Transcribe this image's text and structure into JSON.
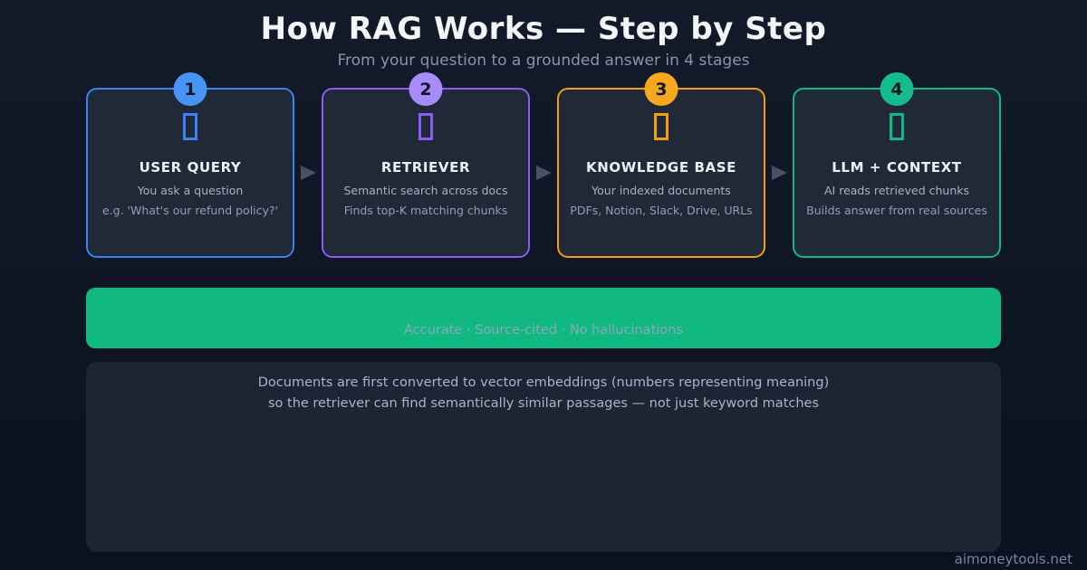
{
  "header": {
    "title": "How RAG Works — Step by Step",
    "subtitle": "From your question to a grounded answer in 4 stages"
  },
  "stages": [
    {
      "number": "1",
      "title": "USER QUERY",
      "line1": "You ask a question",
      "line2": "e.g. 'What's our refund policy?'",
      "icon": "missing-glyph-box",
      "accent": "#3b82f6",
      "badge": "#4695f6"
    },
    {
      "number": "2",
      "title": "RETRIEVER",
      "line1": "Semantic search across docs",
      "line2": "Finds top-K matching chunks",
      "icon": "missing-glyph-box",
      "accent": "#8b5cf6",
      "badge": "#a78bfa"
    },
    {
      "number": "3",
      "title": "KNOWLEDGE BASE",
      "line1": "Your indexed documents",
      "line2": "PDFs, Notion, Slack, Drive, URLs",
      "icon": "missing-glyph-box",
      "accent": "#f59e0b",
      "badge": "#f6a71c"
    },
    {
      "number": "4",
      "title": "LLM + CONTEXT",
      "line1": "AI reads retrieved chunks",
      "line2": "Builds answer from real sources",
      "icon": "missing-glyph-box",
      "accent": "#10b981",
      "badge": "#14bd8d"
    }
  ],
  "banner": {
    "text": "Accurate · Source-cited · No hallucinations"
  },
  "note": {
    "line1": "Documents are first converted to vector embeddings (numbers representing meaning)",
    "line2": "so the retriever can find semantically similar passages — not just keyword matches"
  },
  "watermark": "aimoneytools.net",
  "colors": {
    "banner_bg": "#10b981",
    "banner_text": "#94a3b8",
    "arrow": "#465365"
  }
}
